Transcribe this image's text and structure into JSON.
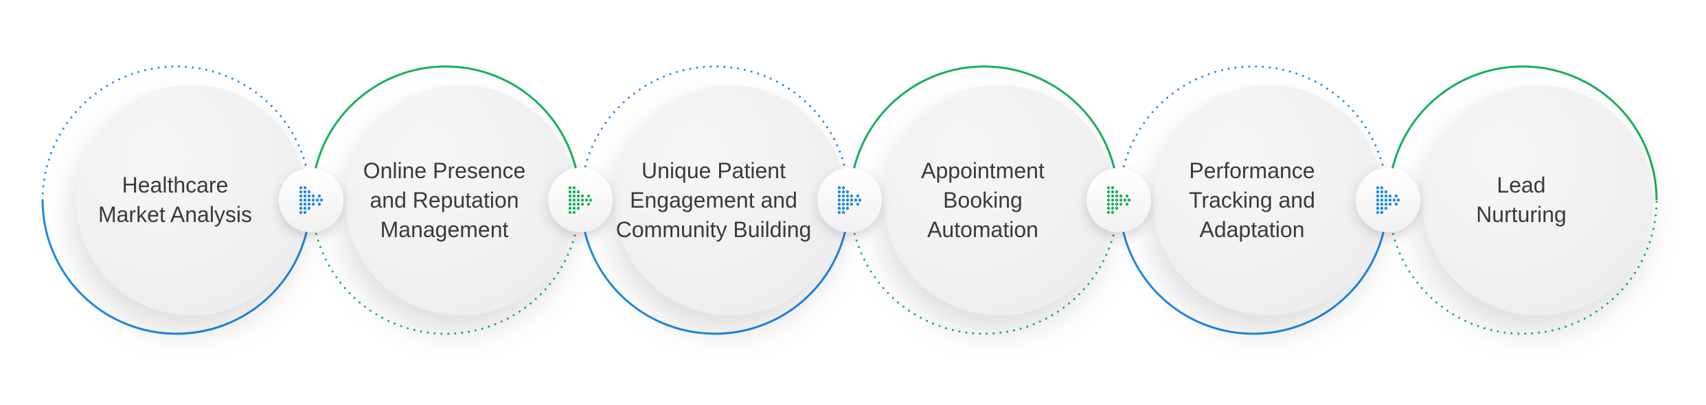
{
  "colors": {
    "blue": "#1e88e5",
    "green": "#16b05b",
    "text": "#3a3a3a",
    "disc": "#f3f3f4"
  },
  "steps": [
    {
      "lines": [
        "Healthcare",
        "Market Analysis"
      ],
      "ring_color": "blue",
      "arc": "bottom"
    },
    {
      "lines": [
        "Online Presence",
        "and Reputation",
        "Management"
      ],
      "ring_color": "green",
      "arc": "top"
    },
    {
      "lines": [
        "Unique Patient",
        "Engagement and",
        "Community Building"
      ],
      "ring_color": "blue",
      "arc": "bottom"
    },
    {
      "lines": [
        "Appointment",
        "Booking",
        "Automation"
      ],
      "ring_color": "green",
      "arc": "top"
    },
    {
      "lines": [
        "Performance",
        "Tracking and",
        "Adaptation"
      ],
      "ring_color": "blue",
      "arc": "bottom"
    },
    {
      "lines": [
        "Lead",
        "Nurturing"
      ],
      "ring_color": "green",
      "arc": "top"
    }
  ],
  "connectors": [
    {
      "icon": "dotted-chevron-right-icon",
      "color": "blue"
    },
    {
      "icon": "dotted-chevron-right-icon",
      "color": "green"
    },
    {
      "icon": "dotted-chevron-right-icon",
      "color": "blue"
    },
    {
      "icon": "dotted-chevron-right-icon",
      "color": "green"
    },
    {
      "icon": "dotted-chevron-right-icon",
      "color": "blue"
    }
  ]
}
